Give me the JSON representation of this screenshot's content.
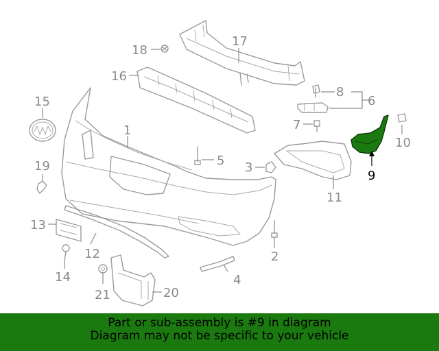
{
  "diagram": {
    "highlighted_part": "9",
    "highlight_color": "#1b7a0f",
    "callouts": {
      "c1": "1",
      "c2": "2",
      "c3": "3",
      "c4": "4",
      "c5": "5",
      "c6": "6",
      "c7": "7",
      "c8": "8",
      "c9": "9",
      "c10": "10",
      "c11": "11",
      "c12": "12",
      "c13": "13",
      "c14": "14",
      "c15": "15",
      "c16": "16",
      "c17": "17",
      "c18": "18",
      "c19": "19",
      "c20": "20",
      "c21": "21"
    }
  },
  "banner": {
    "line1": "Part or sub-assembly is #9 in diagram",
    "line2": "Diagram may not be specific to your vehicle",
    "background": "#1b7a0f"
  }
}
